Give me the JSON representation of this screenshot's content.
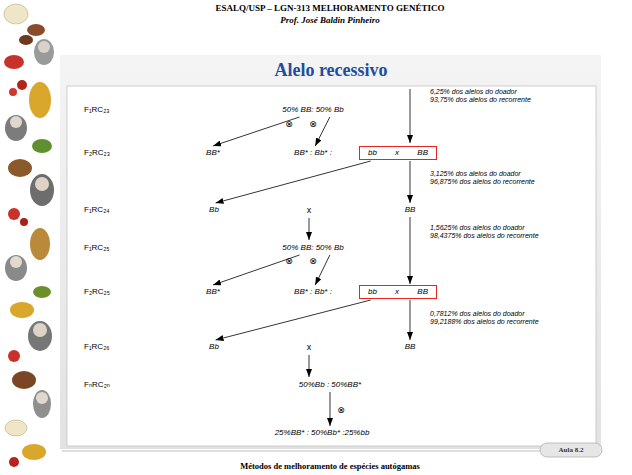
{
  "diagram": {
    "title": "Alelo recessivo",
    "nodes": [
      {
        "text": [
          "50% BB: 50% Bb"
        ]
      },
      {
        "text": [
          "BB*"
        ]
      },
      {
        "text": [
          "BB* : Bb* :"
        ]
      },
      {
        "text": [
          "bb x BB"
        ]
      },
      {
        "text": [
          "Bb"
        ]
      },
      {
        "text": [
          "BB"
        ]
      },
      {
        "text": [
          "50% BB: 50% Bb"
        ]
      },
      {
        "text": [
          "BB*"
        ]
      },
      {
        "text": [
          "BB* : Bb* :"
        ]
      },
      {
        "text": [
          "bb x BB"
        ]
      },
      {
        "text": [
          "Bb"
        ]
      },
      {
        "text": [
          "BB"
        ]
      },
      {
        "text": [
          "50%Bb : 50%BB*"
        ]
      },
      {
        "text": [
          "25%BB* : 50%Bb* :25%bb"
        ]
      }
    ],
    "edges": [
      {
        "from": 0,
        "to": 1,
        "arrow": "to"
      },
      {
        "from": 0,
        "to": 2,
        "arrow": "to"
      },
      {
        "from": 3,
        "to": 4,
        "arrow": "to"
      },
      {
        "from": 3,
        "to": 5,
        "arrow": "to"
      },
      {
        "from": 5,
        "to": 9,
        "arrow": "to"
      },
      {
        "from": 6,
        "to": 7,
        "arrow": "to"
      },
      {
        "from": 6,
        "to": 8,
        "arrow": "to"
      },
      {
        "from": 9,
        "to": 10,
        "arrow": "to"
      },
      {
        "from": 9,
        "to": 11,
        "arrow": "to"
      },
      {
        "from": 12,
        "to": 13,
        "arrow": "to"
      }
    ],
    "labels": [
      "ESALQ/USP – LGN-313 MELHORAMENTO GENÉTICO",
      "Prof. José Baldin Pinheiro",
      "F₁RC₂₃",
      "6,25% dos alelos do doador",
      "93,75% dos alelos do recorrente",
      "⊗",
      "⊗",
      "F₂RC₂₃",
      "3,125% dos alelos do doador",
      "96,875% dos alelos do recorrente",
      "F₁RC₂₄",
      "x",
      "1,5625% dos alelos do doador",
      "98,4375% dos alelos do recorrente",
      "F₁RC₂₅",
      "⊗",
      "⊗",
      "F₂RC₂₅",
      "0,7812% dos alelos do doador",
      "99,2188% dos alelos do recorrente",
      "F₁RC₂₆",
      "x",
      "FₙRC₂ₙ",
      "⊗",
      "Métodos de melhoramento de espécies autógamas",
      "Aula 8.2"
    ]
  }
}
